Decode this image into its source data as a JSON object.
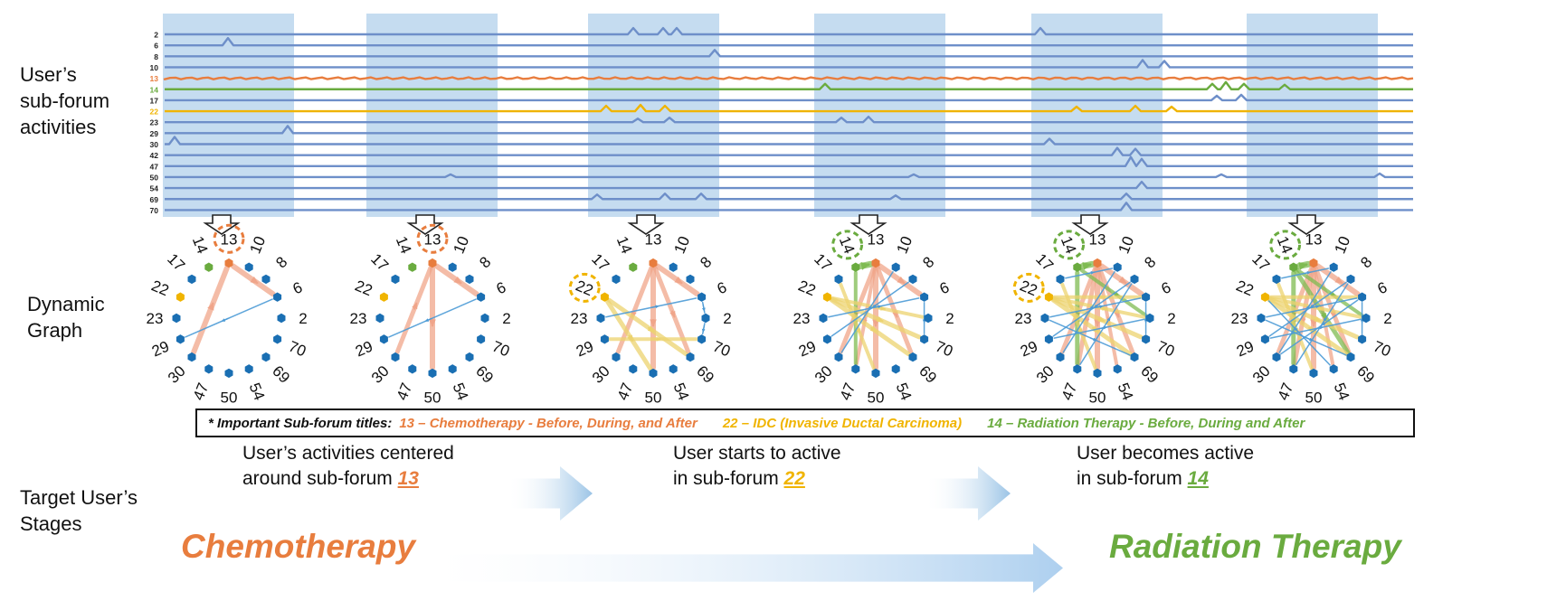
{
  "labels": {
    "activities": [
      "User’s",
      "sub-forum",
      "activities"
    ],
    "graph": [
      "Dynamic",
      "Graph"
    ],
    "stages": [
      "Target User’s",
      "Stages"
    ]
  },
  "sub_forums": [
    "2",
    "6",
    "8",
    "10",
    "13",
    "14",
    "17",
    "22",
    "23",
    "29",
    "30",
    "42",
    "47",
    "50",
    "54",
    "69",
    "70"
  ],
  "highlight_colors": {
    "13": "#e87d3e",
    "14": "#6aab3f",
    "22": "#f0b400"
  },
  "colors": {
    "base_line": "#6e8fc9",
    "band": "#c5dcf0",
    "edge_blue": "#4d9bd6",
    "node_blue": "#1a6fb3"
  },
  "legend": {
    "prefix": "* Important Sub-forum titles:",
    "items": [
      {
        "text": "13 – Chemotherapy - Before, During, and After",
        "color": "#e87d3e"
      },
      {
        "text": "22 – IDC (Invasive Ductal Carcinoma)",
        "color": "#f0b400"
      },
      {
        "text": "14 – Radiation Therapy - Before, During and After",
        "color": "#6aab3f"
      }
    ]
  },
  "stages": [
    {
      "line1": "User’s activities centered",
      "line2_prefix": "around sub-forum ",
      "forum": "13",
      "color": "#e87d3e"
    },
    {
      "line1": "User starts to active",
      "line2_prefix": "in sub-forum ",
      "forum": "22",
      "color": "#f0b400"
    },
    {
      "line1": "User becomes active",
      "line2_prefix": "in sub-forum ",
      "forum": "14",
      "color": "#6aab3f"
    }
  ],
  "stage_titles": {
    "left": "Chemotherapy",
    "right": "Radiation Therapy"
  },
  "graph_nodes": [
    "13",
    "10",
    "8",
    "6",
    "2",
    "70",
    "69",
    "54",
    "50",
    "47",
    "30",
    "29",
    "23",
    "22",
    "17",
    "14"
  ],
  "graphs": [
    {
      "circled": "13",
      "edges": [
        [
          "30",
          "13",
          "o",
          6
        ],
        [
          "13",
          "6",
          "o",
          6
        ],
        [
          "6",
          "29",
          "b",
          1.5
        ]
      ]
    },
    {
      "circled": "13",
      "edges": [
        [
          "13",
          "50",
          "o",
          6
        ],
        [
          "30",
          "13",
          "o",
          5
        ],
        [
          "13",
          "6",
          "o",
          6
        ],
        [
          "6",
          "29",
          "b",
          1.5
        ]
      ]
    },
    {
      "circled": "22",
      "edges": [
        [
          "13",
          "50",
          "o",
          6
        ],
        [
          "13",
          "69",
          "o",
          5
        ],
        [
          "13",
          "6",
          "o",
          6
        ],
        [
          "13",
          "30",
          "o",
          5
        ],
        [
          "22",
          "69",
          "y",
          5
        ],
        [
          "22",
          "50",
          "y",
          5
        ],
        [
          "29",
          "70",
          "y",
          4
        ],
        [
          "23",
          "6",
          "b",
          1.5
        ],
        [
          "6",
          "2",
          "b",
          1.5
        ],
        [
          "2",
          "70",
          "b",
          1.5
        ]
      ]
    },
    {
      "circled": "14",
      "edges": [
        [
          "13",
          "50",
          "o",
          6
        ],
        [
          "13",
          "69",
          "o",
          5
        ],
        [
          "13",
          "30",
          "o",
          5
        ],
        [
          "13",
          "6",
          "o",
          6
        ],
        [
          "13",
          "47",
          "o",
          4
        ],
        [
          "14",
          "13",
          "g",
          7
        ],
        [
          "14",
          "47",
          "g",
          4
        ],
        [
          "22",
          "69",
          "y",
          5
        ],
        [
          "22",
          "70",
          "y",
          5
        ],
        [
          "22",
          "2",
          "y",
          4
        ],
        [
          "17",
          "50",
          "y",
          4
        ],
        [
          "23",
          "6",
          "b",
          1.5
        ],
        [
          "29",
          "8",
          "b",
          1.5
        ],
        [
          "6",
          "70",
          "b",
          1.5
        ],
        [
          "30",
          "10",
          "b",
          1.5
        ]
      ]
    },
    {
      "circled": "22",
      "second": "14",
      "edges": [
        [
          "13",
          "50",
          "o",
          6
        ],
        [
          "13",
          "69",
          "o",
          5
        ],
        [
          "13",
          "30",
          "o",
          5
        ],
        [
          "13",
          "6",
          "o",
          6
        ],
        [
          "13",
          "47",
          "o",
          5
        ],
        [
          "13",
          "54",
          "o",
          4
        ],
        [
          "14",
          "13",
          "g",
          7
        ],
        [
          "14",
          "47",
          "g",
          5
        ],
        [
          "14",
          "2",
          "g",
          4
        ],
        [
          "22",
          "69",
          "y",
          5
        ],
        [
          "22",
          "70",
          "y",
          5
        ],
        [
          "22",
          "2",
          "y",
          4
        ],
        [
          "17",
          "50",
          "y",
          4
        ],
        [
          "22",
          "6",
          "y",
          4
        ],
        [
          "23",
          "6",
          "b",
          1.5
        ],
        [
          "29",
          "8",
          "b",
          1.5
        ],
        [
          "6",
          "70",
          "b",
          1.5
        ],
        [
          "30",
          "10",
          "b",
          1.5
        ],
        [
          "47",
          "8",
          "b",
          1.5
        ],
        [
          "23",
          "69",
          "b",
          1.5
        ],
        [
          "17",
          "10",
          "b",
          1.5
        ],
        [
          "29",
          "2",
          "b",
          1.5
        ]
      ]
    },
    {
      "circled": "14",
      "edges": [
        [
          "13",
          "50",
          "o",
          6
        ],
        [
          "13",
          "69",
          "o",
          5
        ],
        [
          "13",
          "30",
          "o",
          5
        ],
        [
          "13",
          "6",
          "o",
          6
        ],
        [
          "13",
          "47",
          "o",
          5
        ],
        [
          "13",
          "54",
          "o",
          4
        ],
        [
          "14",
          "13",
          "g",
          7
        ],
        [
          "14",
          "47",
          "g",
          5
        ],
        [
          "14",
          "69",
          "g",
          5
        ],
        [
          "14",
          "2",
          "g",
          4
        ],
        [
          "22",
          "69",
          "y",
          5
        ],
        [
          "22",
          "70",
          "y",
          5
        ],
        [
          "22",
          "2",
          "y",
          4
        ],
        [
          "17",
          "50",
          "y",
          4
        ],
        [
          "22",
          "6",
          "y",
          4
        ],
        [
          "23",
          "6",
          "b",
          1.5
        ],
        [
          "29",
          "8",
          "b",
          1.5
        ],
        [
          "6",
          "70",
          "b",
          1.5
        ],
        [
          "30",
          "10",
          "b",
          1.5
        ],
        [
          "47",
          "8",
          "b",
          1.5
        ],
        [
          "23",
          "69",
          "b",
          1.5
        ],
        [
          "17",
          "10",
          "b",
          1.5
        ],
        [
          "29",
          "2",
          "b",
          1.5
        ],
        [
          "30",
          "6",
          "b",
          1.5
        ],
        [
          "54",
          "22",
          "b",
          1.5
        ]
      ]
    }
  ]
}
